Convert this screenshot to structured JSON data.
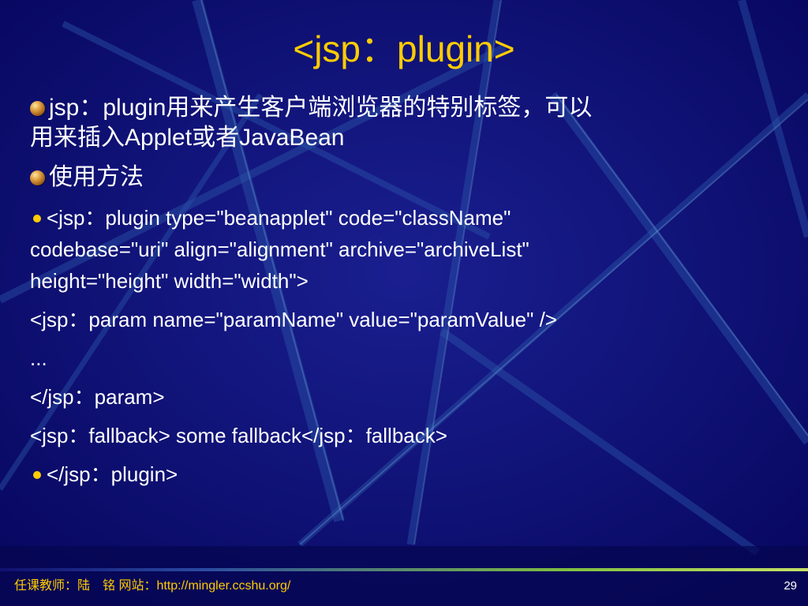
{
  "slide": {
    "title": "<jsp：plugin>",
    "bullets": [
      {
        "line1": "jsp：plugin用来产生客户端浏览器的特别标签，可以",
        "line2": "用来插入Applet或者JavaBean"
      },
      {
        "line1": "使用方法"
      }
    ],
    "code_lines": [
      "<jsp：plugin type=\"beanapplet\" code=\"className\"",
      "codebase=\"uri\" align=\"alignment\" archive=\"archiveList\"",
      "height=\"height\" width=\"width\">",
      "<jsp：param name=\"paramName\" value=\"paramValue\" />",
      "...",
      "</jsp：param>",
      "<jsp：fallback> some fallback</jsp：fallback>",
      "</jsp：plugin>"
    ]
  },
  "footer": {
    "left": "任课教师：陆　铭  网站：http://mingler.ccshu.org/",
    "page_number": "29"
  },
  "colors": {
    "background": "#0c0c6e",
    "title": "#ffcc00",
    "text": "#ffffff",
    "footer_text": "#ffcc00"
  }
}
